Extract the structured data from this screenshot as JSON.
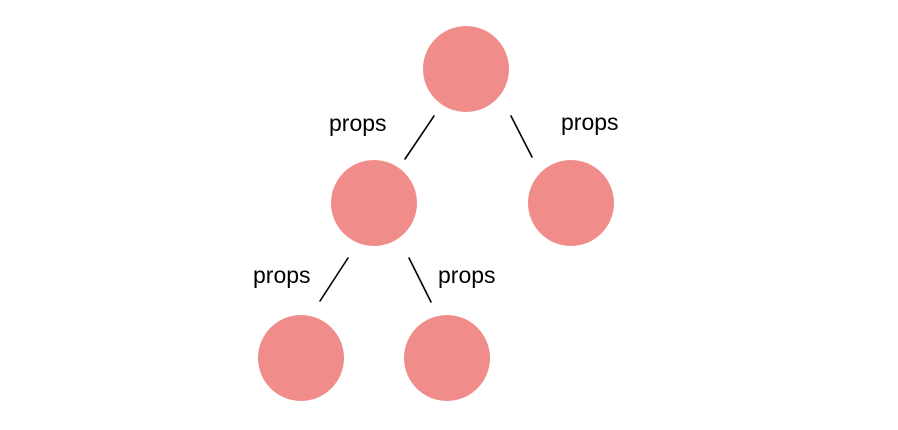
{
  "diagram": {
    "node_color": "#f08d8a",
    "edge_color": "#000000",
    "nodes": [
      {
        "id": "root",
        "label": ""
      },
      {
        "id": "left-child",
        "label": ""
      },
      {
        "id": "right-child",
        "label": ""
      },
      {
        "id": "left-left-grandchild",
        "label": ""
      },
      {
        "id": "left-right-grandchild",
        "label": ""
      }
    ],
    "edges": [
      {
        "from": "root",
        "to": "left-child",
        "label": "props"
      },
      {
        "from": "root",
        "to": "right-child",
        "label": "props"
      },
      {
        "from": "left-child",
        "to": "left-left-grandchild",
        "label": "props"
      },
      {
        "from": "left-child",
        "to": "left-right-grandchild",
        "label": "props"
      }
    ]
  }
}
